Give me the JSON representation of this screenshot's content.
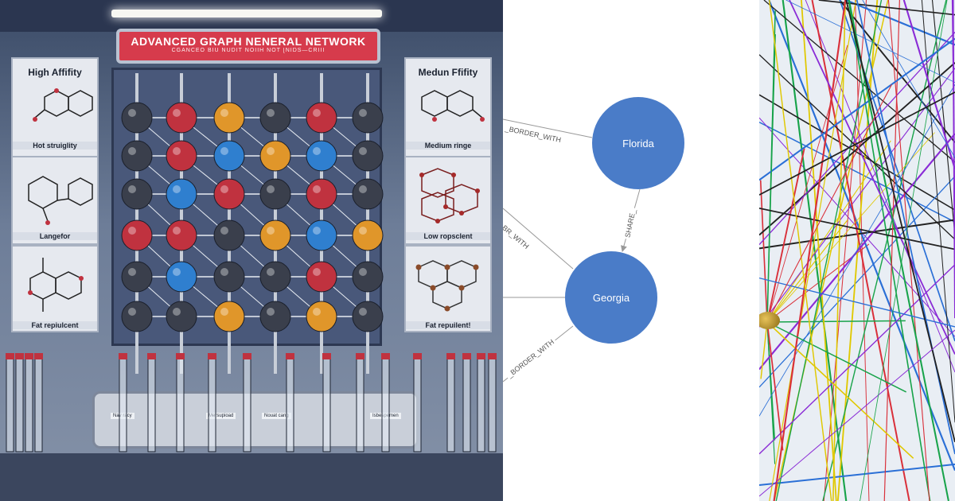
{
  "illustration": {
    "banner_title": "ADVANCED GRAPH NENERAL  NETWORK",
    "banner_subtitle": "CGANCEO BIU NUDIT   NOIIH  NOT   [NIDS—CRIII",
    "left_cards": [
      {
        "title": "High Affifity",
        "label": "Hot struiglity"
      },
      {
        "label": "Langefor"
      },
      {
        "label": "Fat repiulcent"
      }
    ],
    "right_cards": [
      {
        "title": "Medun Ffifity",
        "label": "Medium ringe"
      },
      {
        "label": "Low ropsclent"
      },
      {
        "label": "Fat repuilent!"
      }
    ],
    "console_labels": [
      "Nav racy",
      "Mersupioad",
      "Nouat cang",
      "Isbespemen"
    ],
    "colors": {
      "red_cluster": "#c0323f",
      "blue_cluster": "#2f7fcf",
      "orange_cluster": "#e0962a",
      "dark_cluster": "#3a3f4c"
    }
  },
  "graph": {
    "nodes": [
      {
        "id": "florida",
        "label": "Florida"
      },
      {
        "id": "georgia",
        "label": "Georgia"
      }
    ],
    "edge_labels": {
      "florida_in": "_BORDER_WITH",
      "shares": "SHARE_",
      "georgia_in_top": "BR_WITH",
      "georgia_out": "_BORDER_WITH"
    },
    "node_color": "#4a7cc8"
  },
  "strings": {
    "colors": [
      "#d9303a",
      "#2a6fd6",
      "#18a34a",
      "#222222",
      "#e0c800",
      "#8a2bd6"
    ]
  }
}
